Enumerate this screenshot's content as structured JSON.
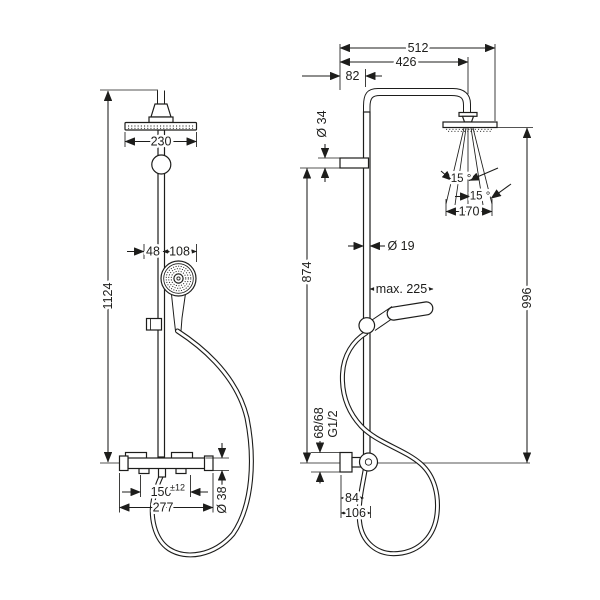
{
  "page": {
    "background": "#ffffff",
    "line_color": "#1d1d1b"
  },
  "drawing": {
    "type": "technical-dimension-drawing",
    "views": {
      "front": {
        "dims": {
          "overall_height": "1124",
          "head_width": "230",
          "hand_offset": "48",
          "hand_diameter": "108",
          "outlet_spacing": "150",
          "outlet_tolerance": "±12",
          "valve_width": "277",
          "valve_body_diameter": "Ø 38"
        }
      },
      "side": {
        "dims": {
          "reach_total": "512",
          "arm_reach": "426",
          "wall_offset": "82",
          "escutcheon_diameter": "Ø 34",
          "bracket_to_valve": "874",
          "pipe_diameter": "Ø 19",
          "hand_reach": "max. 225",
          "head_to_valve": "996",
          "spray_angle_1": "15 °",
          "spray_angle_2": "15 °",
          "spray_width": "170",
          "connection_spacing": "68/68",
          "thread": "G1/2",
          "hose_offset_1": "84",
          "hose_offset_2": "106"
        }
      }
    }
  }
}
